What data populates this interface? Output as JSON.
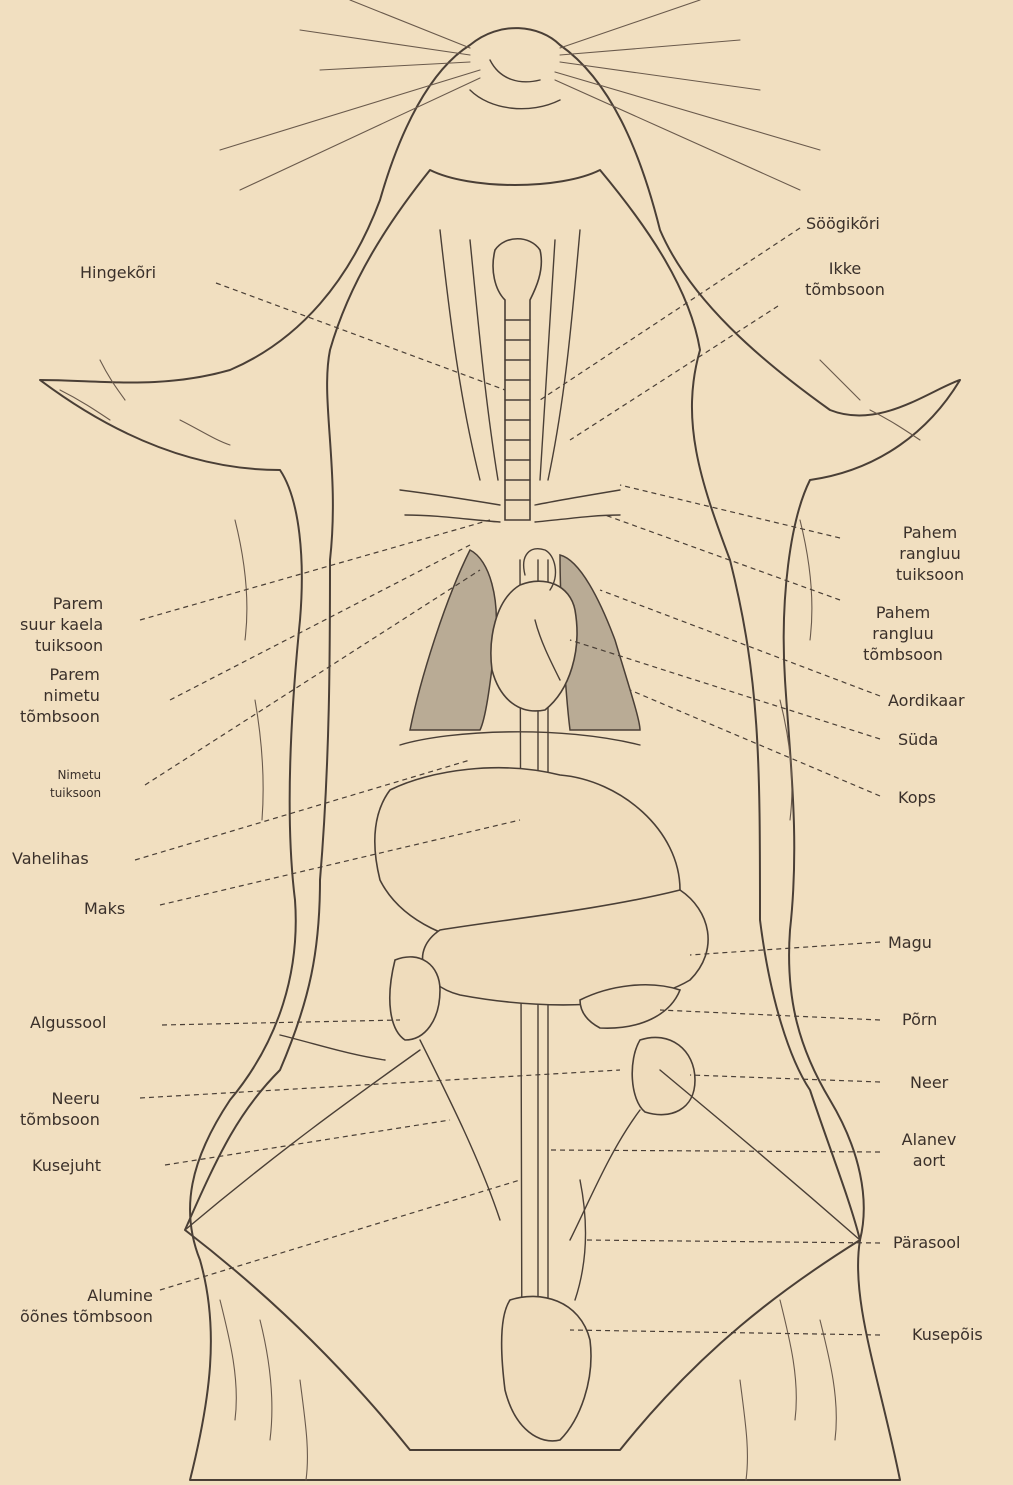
{
  "labels_left": {
    "hingekori": "Hingekõri",
    "parem_suur_kaela_tuiksoon": [
      "Parem",
      "suur kaela",
      "tuiksoon"
    ],
    "parem_nimetu_tombsoon": [
      "Parem",
      "nimetu",
      "tõmbsoon"
    ],
    "nimetu_tuiksoon": [
      "Nimetu",
      "tuiksoon"
    ],
    "vahelihas": "Vahelihas",
    "maks": "Maks",
    "algussool": "Algussool",
    "neeru_tombsoon": [
      "Neeru",
      "tõmbsoon"
    ],
    "kusejuht": "Kusejuht",
    "alumine_oones_tombsoon": [
      "Alumine",
      "õõnes tõmbsoon"
    ]
  },
  "labels_right": {
    "soogikori": "Söögikõri",
    "ikke_tombsoon": [
      "Ikke",
      "tõmbsoon"
    ],
    "pahem_rangluu_tuiksoon": [
      "Pahem",
      "rangluu",
      "tuiksoon"
    ],
    "pahem_rangluu_tombsoon": [
      "Pahem",
      "rangluu",
      "tõmbsoon"
    ],
    "aordikaar": "Aordikaar",
    "sude": "Süda",
    "kops": "Kops",
    "magu": "Magu",
    "porn": "Põrn",
    "neer": "Neer",
    "alanev_aort": [
      "Alanev",
      "aort"
    ],
    "parasool": "Pärasool",
    "kusepois": "Kusepõis"
  },
  "colors": {
    "paper": "#f1dfc0",
    "ink": "#4a3f36",
    "lung_fill": "#b9ab95"
  }
}
